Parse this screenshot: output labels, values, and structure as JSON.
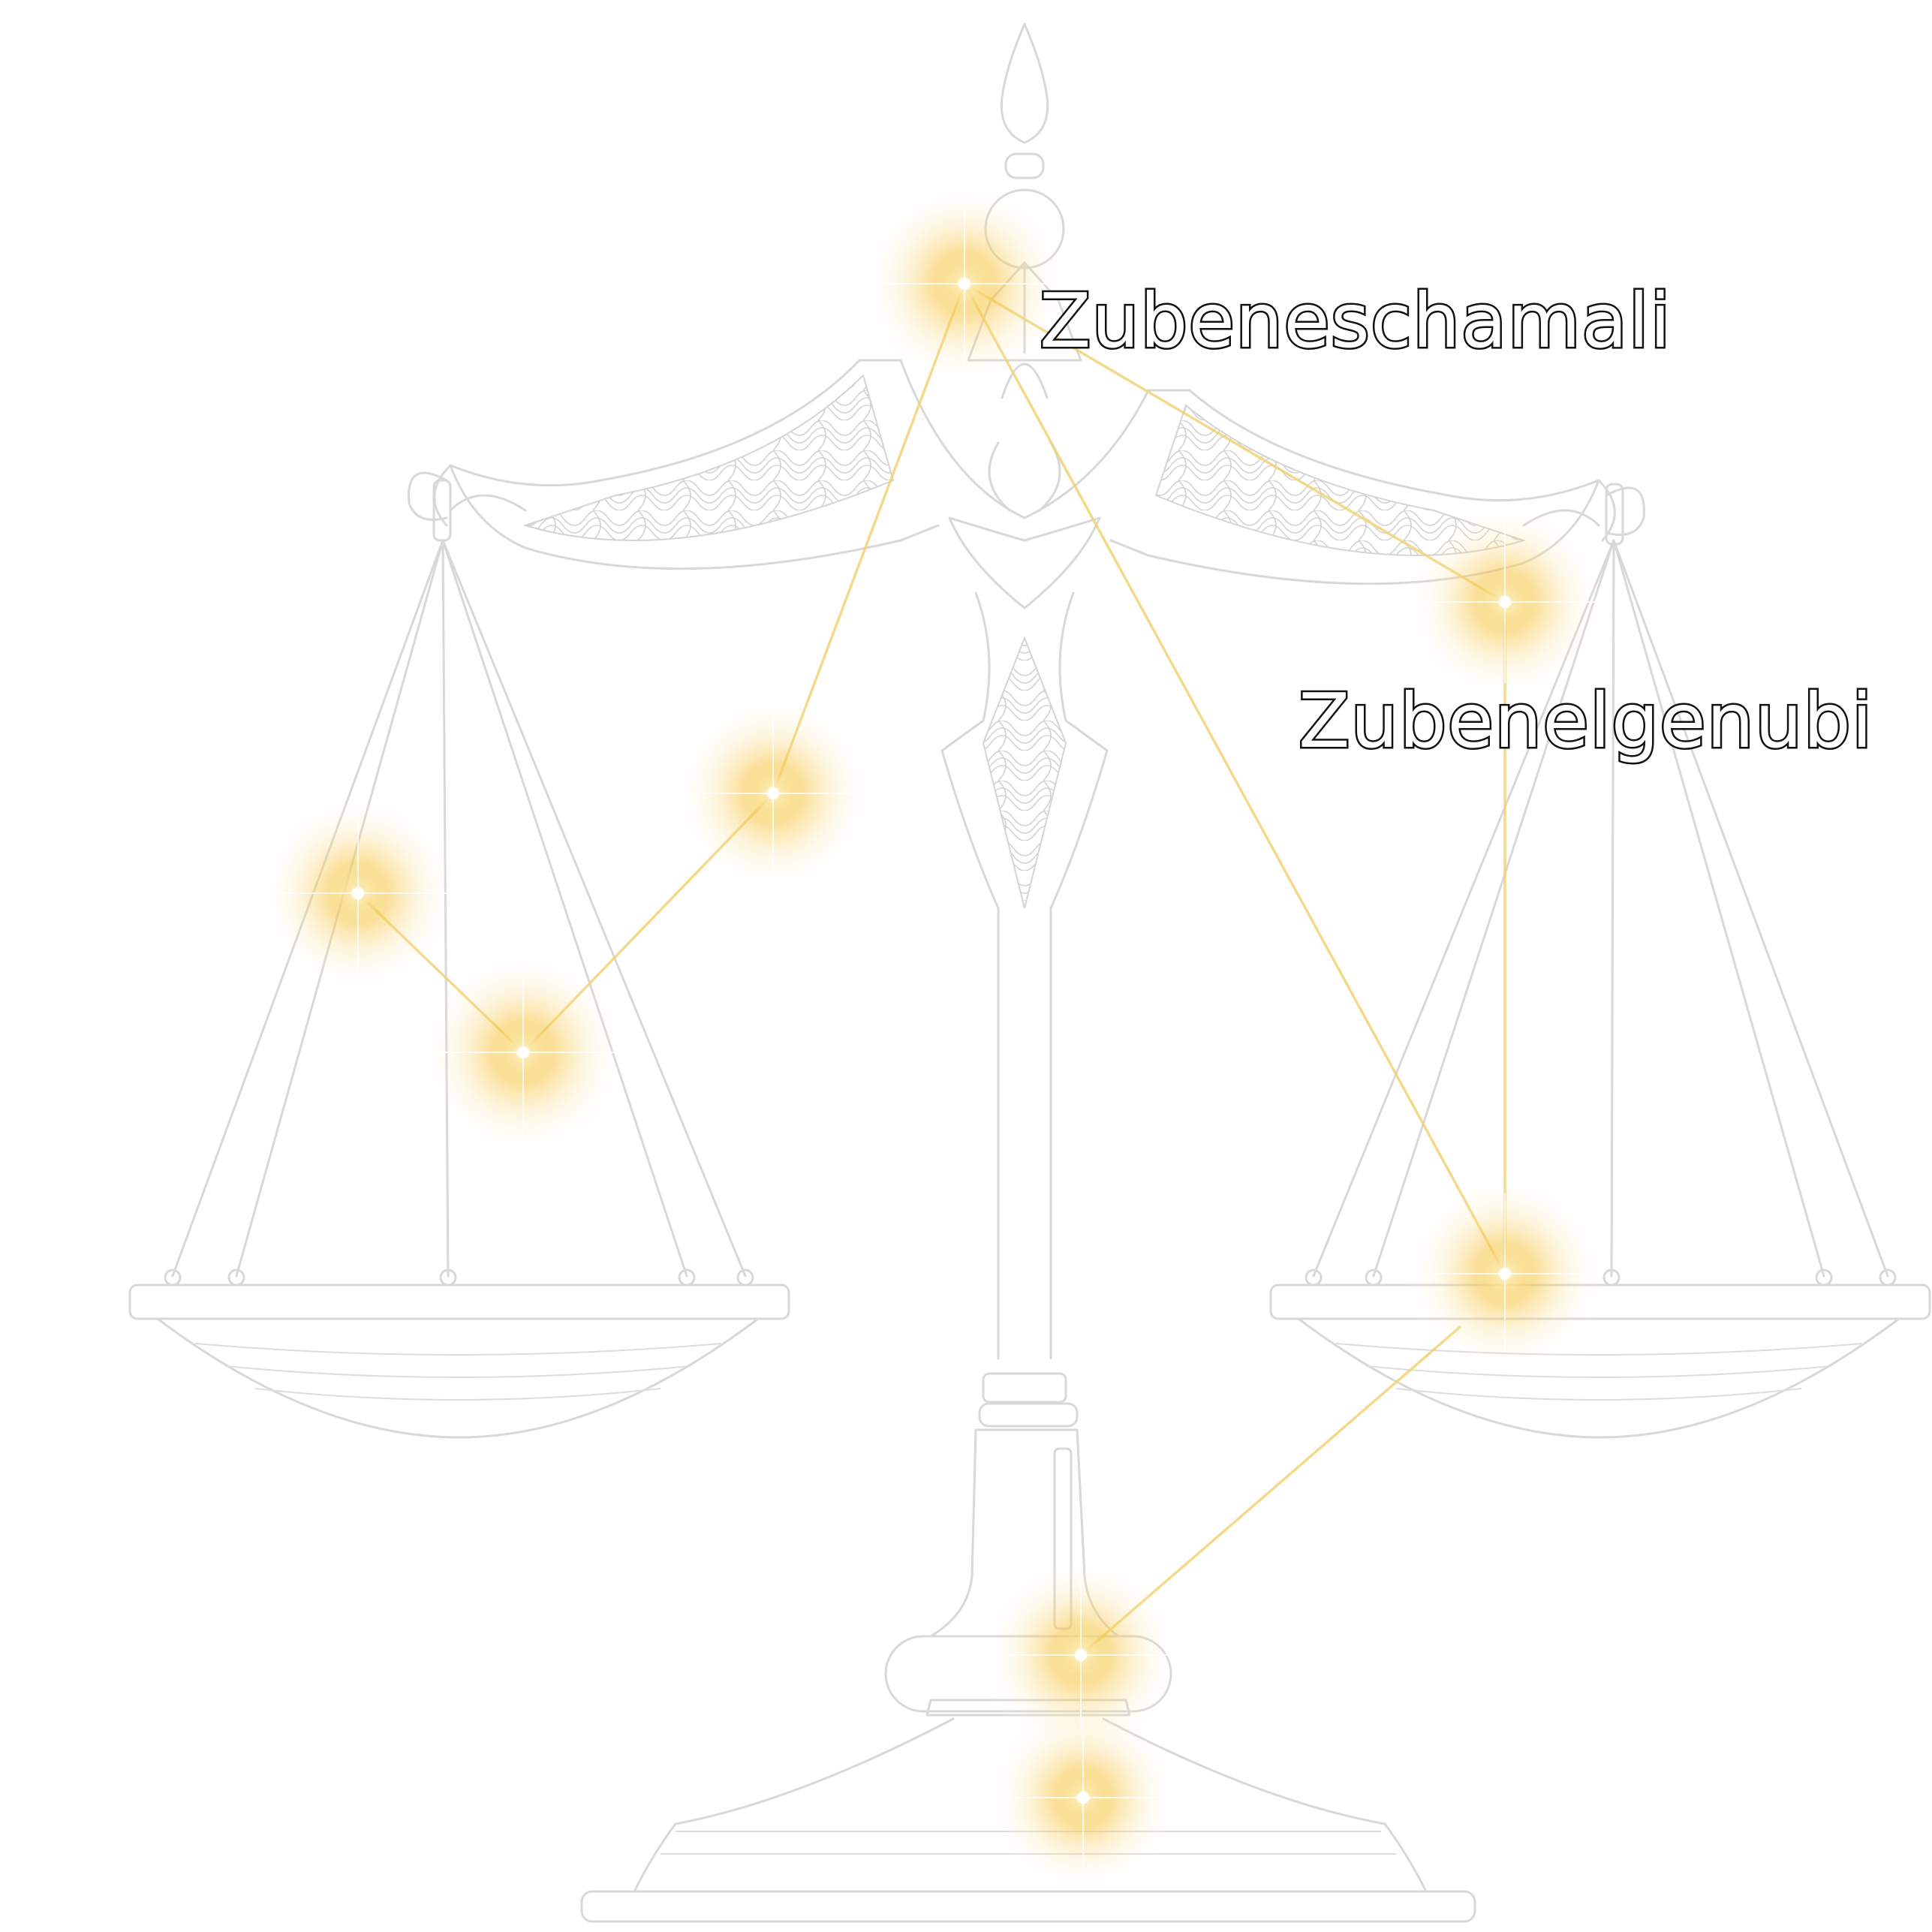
{
  "labels": {
    "zubeneschamali": "Zubeneschamali",
    "zubenelgenubi": "Zubenelgenubi"
  },
  "colors": {
    "background": "#ffffff",
    "scale_outline": "#d8d8d8",
    "constellation_line": "#f2d277",
    "star_glow": "#f7c544",
    "star_core": "#ffffff"
  },
  "illustration": "balance scale (Libra) line drawing",
  "constellation": {
    "name_shown": false,
    "stars": [
      "zubeneschamali",
      "zubenelgenubi",
      "star-3",
      "star-4",
      "star-5",
      "star-6",
      "star-7",
      "star-8"
    ]
  }
}
